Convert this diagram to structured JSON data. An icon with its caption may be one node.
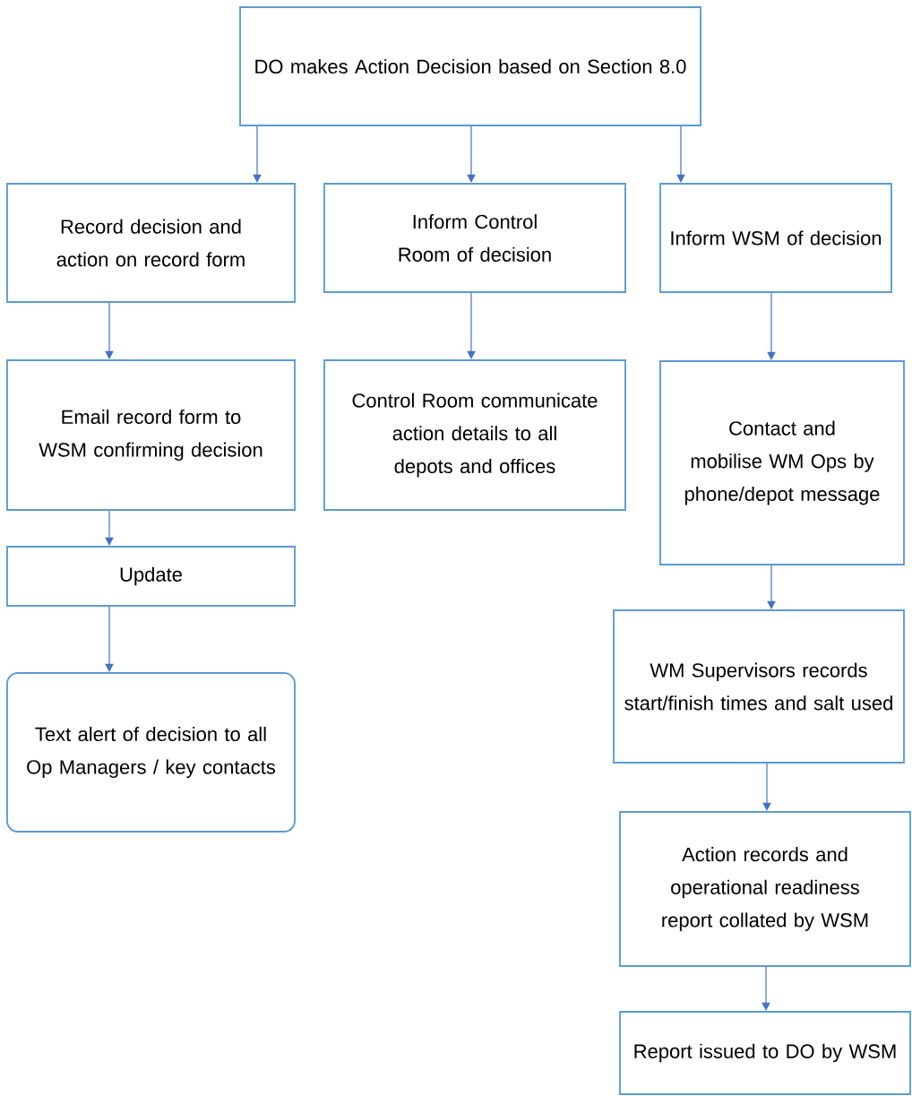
{
  "diagram": {
    "nodes": [
      {
        "text": [
          "DO makes Action Decision based on Section 8.0"
        ]
      },
      {
        "text": [
          "Record decision and action on record form"
        ]
      },
      {
        "text": [
          "Inform Control Room of decision"
        ]
      },
      {
        "text": [
          "Inform WSM of decision"
        ]
      },
      {
        "text": [
          "Email record form to WSM confirming decision"
        ]
      },
      {
        "text": [
          "Control Room communicate action details to all depots and offices"
        ]
      },
      {
        "text": [
          "Contact and mobilise WM Ops by phone/depot message"
        ]
      },
      {
        "text": [
          "Update"
        ]
      },
      {
        "text": [
          "Text alert of decision to all Op Managers / key contacts"
        ]
      },
      {
        "text": [
          "WM Supervisors records start/finish times and salt used"
        ]
      },
      {
        "text": [
          "Action records and operational readiness report collated by WSM"
        ]
      },
      {
        "text": [
          "Report issued to DO by WSM"
        ]
      }
    ],
    "edges": [
      {
        "from": 0,
        "to": 1,
        "arrow": "to"
      },
      {
        "from": 0,
        "to": 2,
        "arrow": "to"
      },
      {
        "from": 0,
        "to": 3,
        "arrow": "to"
      },
      {
        "from": 1,
        "to": 4,
        "arrow": "to"
      },
      {
        "from": 4,
        "to": 7,
        "arrow": "to"
      },
      {
        "from": 7,
        "to": 8,
        "arrow": "to"
      },
      {
        "from": 2,
        "to": 5,
        "arrow": "to"
      },
      {
        "from": 3,
        "to": 6,
        "arrow": "to"
      },
      {
        "from": 6,
        "to": 9,
        "arrow": "to"
      },
      {
        "from": 9,
        "to": 10,
        "arrow": "to"
      },
      {
        "from": 10,
        "to": 11,
        "arrow": "to"
      }
    ]
  }
}
